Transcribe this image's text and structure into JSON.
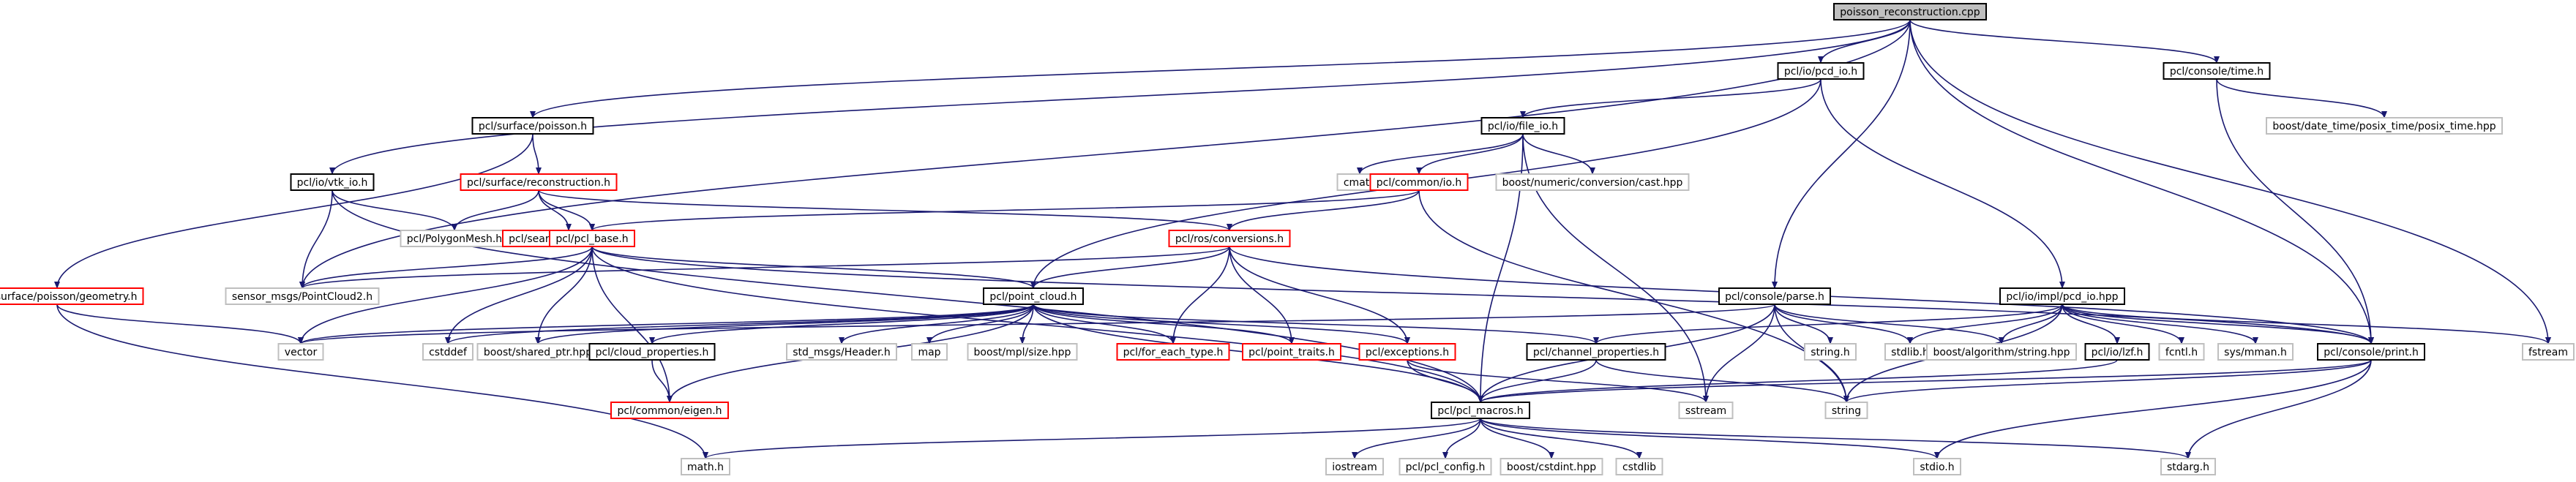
{
  "colors": {
    "background": "#ffffff",
    "text": "#000000",
    "node_border_default": "#000000",
    "node_border_incomplete": "#ff0000",
    "node_border_external": "#bfbfbf",
    "root_fill": "#bfbfbf",
    "edge": "#191970"
  },
  "nodes": [
    {
      "id": "poisson_reconstruction_cpp",
      "label": "poisson_reconstruction.cpp",
      "kind": "root"
    },
    {
      "id": "pcl_io_pcd_io_h",
      "label": "pcl/io/pcd_io.h",
      "kind": "normal"
    },
    {
      "id": "pcl_console_time_h",
      "label": "pcl/console/time.h",
      "kind": "normal"
    },
    {
      "id": "boost_date_time_posix_time_posix_time_hpp",
      "label": "boost/date_time/posix_time/posix_time.hpp",
      "kind": "external"
    },
    {
      "id": "pcl_surface_poisson_h",
      "label": "pcl/surface/poisson.h",
      "kind": "normal"
    },
    {
      "id": "pcl_io_file_io_h",
      "label": "pcl/io/file_io.h",
      "kind": "normal"
    },
    {
      "id": "pcl_io_vtk_io_h",
      "label": "pcl/io/vtk_io.h",
      "kind": "normal"
    },
    {
      "id": "pcl_surface_reconstruction_h",
      "label": "pcl/surface/reconstruction.h",
      "kind": "incomplete"
    },
    {
      "id": "cmath",
      "label": "cmath",
      "kind": "external"
    },
    {
      "id": "pcl_common_io_h",
      "label": "pcl/common/io.h",
      "kind": "incomplete"
    },
    {
      "id": "boost_numeric_conversion_cast_hpp",
      "label": "boost/numeric/conversion/cast.hpp",
      "kind": "external"
    },
    {
      "id": "pcl_PolygonMesh_h",
      "label": "pcl/PolygonMesh.h",
      "kind": "external"
    },
    {
      "id": "pcl_search_pcl_search_h",
      "label": "pcl/search/pcl_search.h",
      "kind": "incomplete"
    },
    {
      "id": "pcl_pcl_base_h",
      "label": "pcl/pcl_base.h",
      "kind": "incomplete"
    },
    {
      "id": "pcl_ros_conversions_h",
      "label": "pcl/ros/conversions.h",
      "kind": "incomplete"
    },
    {
      "id": "pcl_surface_poisson_geometry_h",
      "label": "pcl/surface/poisson/geometry.h",
      "kind": "incomplete"
    },
    {
      "id": "sensor_msgs_PointCloud2_h",
      "label": "sensor_msgs/PointCloud2.h",
      "kind": "external"
    },
    {
      "id": "pcl_point_cloud_h",
      "label": "pcl/point_cloud.h",
      "kind": "normal"
    },
    {
      "id": "pcl_console_parse_h",
      "label": "pcl/console/parse.h",
      "kind": "normal"
    },
    {
      "id": "pcl_io_impl_pcd_io_hpp",
      "label": "pcl/io/impl/pcd_io.hpp",
      "kind": "normal"
    },
    {
      "id": "vector",
      "label": "vector",
      "kind": "external"
    },
    {
      "id": "cstddef",
      "label": "cstddef",
      "kind": "external"
    },
    {
      "id": "boost_shared_ptr_hpp",
      "label": "boost/shared_ptr.hpp",
      "kind": "external"
    },
    {
      "id": "pcl_cloud_properties_h",
      "label": "pcl/cloud_properties.h",
      "kind": "normal"
    },
    {
      "id": "std_msgs_Header_h",
      "label": "std_msgs/Header.h",
      "kind": "external"
    },
    {
      "id": "map",
      "label": "map",
      "kind": "external"
    },
    {
      "id": "boost_mpl_size_hpp",
      "label": "boost/mpl/size.hpp",
      "kind": "external"
    },
    {
      "id": "pcl_for_each_type_h",
      "label": "pcl/for_each_type.h",
      "kind": "incomplete"
    },
    {
      "id": "pcl_point_traits_h",
      "label": "pcl/point_traits.h",
      "kind": "incomplete"
    },
    {
      "id": "pcl_exceptions_h",
      "label": "pcl/exceptions.h",
      "kind": "incomplete"
    },
    {
      "id": "pcl_channel_properties_h",
      "label": "pcl/channel_properties.h",
      "kind": "normal"
    },
    {
      "id": "string_h",
      "label": "string.h",
      "kind": "external"
    },
    {
      "id": "stdlib_h",
      "label": "stdlib.h",
      "kind": "external"
    },
    {
      "id": "boost_algorithm_string_hpp",
      "label": "boost/algorithm/string.hpp",
      "kind": "external"
    },
    {
      "id": "pcl_io_lzf_h",
      "label": "pcl/io/lzf.h",
      "kind": "normal"
    },
    {
      "id": "fcntl_h",
      "label": "fcntl.h",
      "kind": "external"
    },
    {
      "id": "sys_mman_h",
      "label": "sys/mman.h",
      "kind": "external"
    },
    {
      "id": "pcl_console_print_h",
      "label": "pcl/console/print.h",
      "kind": "normal"
    },
    {
      "id": "fstream",
      "label": "fstream",
      "kind": "external"
    },
    {
      "id": "pcl_common_eigen_h",
      "label": "pcl/common/eigen.h",
      "kind": "incomplete"
    },
    {
      "id": "pcl_pcl_macros_h",
      "label": "pcl/pcl_macros.h",
      "kind": "normal"
    },
    {
      "id": "sstream",
      "label": "sstream",
      "kind": "external"
    },
    {
      "id": "string",
      "label": "string",
      "kind": "external"
    },
    {
      "id": "math_h",
      "label": "math.h",
      "kind": "external"
    },
    {
      "id": "iostream",
      "label": "iostream",
      "kind": "external"
    },
    {
      "id": "pcl_pcl_config_h",
      "label": "pcl/pcl_config.h",
      "kind": "external"
    },
    {
      "id": "boost_cstdint_hpp",
      "label": "boost/cstdint.hpp",
      "kind": "external"
    },
    {
      "id": "cstdlib",
      "label": "cstdlib",
      "kind": "external"
    },
    {
      "id": "stdio_h",
      "label": "stdio.h",
      "kind": "external"
    },
    {
      "id": "stdarg_h",
      "label": "stdarg.h",
      "kind": "external"
    }
  ],
  "edges": [
    [
      "poisson_reconstruction_cpp",
      "pcl_io_pcd_io_h"
    ],
    [
      "poisson_reconstruction_cpp",
      "pcl_console_time_h"
    ],
    [
      "poisson_reconstruction_cpp",
      "pcl_surface_poisson_h"
    ],
    [
      "poisson_reconstruction_cpp",
      "pcl_io_vtk_io_h"
    ],
    [
      "poisson_reconstruction_cpp",
      "sensor_msgs_PointCloud2_h"
    ],
    [
      "poisson_reconstruction_cpp",
      "pcl_console_parse_h"
    ],
    [
      "poisson_reconstruction_cpp",
      "pcl_console_print_h"
    ],
    [
      "poisson_reconstruction_cpp",
      "fstream"
    ],
    [
      "pcl_console_time_h",
      "boost_date_time_posix_time_posix_time_hpp"
    ],
    [
      "pcl_console_time_h",
      "pcl_console_print_h"
    ],
    [
      "pcl_io_pcd_io_h",
      "pcl_io_file_io_h"
    ],
    [
      "pcl_io_pcd_io_h",
      "pcl_point_cloud_h"
    ],
    [
      "pcl_io_pcd_io_h",
      "pcl_io_impl_pcd_io_hpp"
    ],
    [
      "pcl_io_file_io_h",
      "cmath"
    ],
    [
      "pcl_io_file_io_h",
      "pcl_common_io_h"
    ],
    [
      "pcl_io_file_io_h",
      "boost_numeric_conversion_cast_hpp"
    ],
    [
      "pcl_io_file_io_h",
      "pcl_pcl_macros_h"
    ],
    [
      "pcl_io_file_io_h",
      "sstream"
    ],
    [
      "pcl_surface_poisson_h",
      "pcl_surface_reconstruction_h"
    ],
    [
      "pcl_surface_poisson_h",
      "pcl_surface_poisson_geometry_h"
    ],
    [
      "pcl_io_vtk_io_h",
      "pcl_PolygonMesh_h"
    ],
    [
      "pcl_io_vtk_io_h",
      "sensor_msgs_PointCloud2_h"
    ],
    [
      "pcl_io_vtk_io_h",
      "pcl_pcl_macros_h"
    ],
    [
      "pcl_surface_reconstruction_h",
      "pcl_PolygonMesh_h"
    ],
    [
      "pcl_surface_reconstruction_h",
      "pcl_search_pcl_search_h"
    ],
    [
      "pcl_surface_reconstruction_h",
      "pcl_pcl_base_h"
    ],
    [
      "pcl_surface_reconstruction_h",
      "pcl_ros_conversions_h"
    ],
    [
      "pcl_common_io_h",
      "pcl_pcl_base_h"
    ],
    [
      "pcl_common_io_h",
      "pcl_ros_conversions_h"
    ],
    [
      "pcl_common_io_h",
      "string"
    ],
    [
      "pcl_pcl_base_h",
      "sensor_msgs_PointCloud2_h"
    ],
    [
      "pcl_pcl_base_h",
      "pcl_point_cloud_h"
    ],
    [
      "pcl_pcl_base_h",
      "vector"
    ],
    [
      "pcl_pcl_base_h",
      "cstddef"
    ],
    [
      "pcl_pcl_base_h",
      "boost_shared_ptr_hpp"
    ],
    [
      "pcl_pcl_base_h",
      "pcl_common_eigen_h"
    ],
    [
      "pcl_pcl_base_h",
      "pcl_pcl_macros_h"
    ],
    [
      "pcl_pcl_base_h",
      "pcl_console_print_h"
    ],
    [
      "pcl_ros_conversions_h",
      "sensor_msgs_PointCloud2_h"
    ],
    [
      "pcl_ros_conversions_h",
      "pcl_point_cloud_h"
    ],
    [
      "pcl_ros_conversions_h",
      "pcl_for_each_type_h"
    ],
    [
      "pcl_ros_conversions_h",
      "pcl_point_traits_h"
    ],
    [
      "pcl_ros_conversions_h",
      "pcl_exceptions_h"
    ],
    [
      "pcl_ros_conversions_h",
      "pcl_console_print_h"
    ],
    [
      "pcl_surface_poisson_geometry_h",
      "vector"
    ],
    [
      "pcl_surface_poisson_geometry_h",
      "math_h"
    ],
    [
      "pcl_point_cloud_h",
      "vector"
    ],
    [
      "pcl_point_cloud_h",
      "cstddef"
    ],
    [
      "pcl_point_cloud_h",
      "boost_shared_ptr_hpp"
    ],
    [
      "pcl_point_cloud_h",
      "pcl_cloud_properties_h"
    ],
    [
      "pcl_point_cloud_h",
      "std_msgs_Header_h"
    ],
    [
      "pcl_point_cloud_h",
      "map"
    ],
    [
      "pcl_point_cloud_h",
      "boost_mpl_size_hpp"
    ],
    [
      "pcl_point_cloud_h",
      "pcl_for_each_type_h"
    ],
    [
      "pcl_point_cloud_h",
      "pcl_point_traits_h"
    ],
    [
      "pcl_point_cloud_h",
      "pcl_exceptions_h"
    ],
    [
      "pcl_point_cloud_h",
      "pcl_channel_properties_h"
    ],
    [
      "pcl_point_cloud_h",
      "pcl_common_eigen_h"
    ],
    [
      "pcl_point_cloud_h",
      "pcl_pcl_macros_h"
    ],
    [
      "pcl_console_parse_h",
      "vector"
    ],
    [
      "pcl_console_parse_h",
      "sstream"
    ],
    [
      "pcl_console_parse_h",
      "string_h"
    ],
    [
      "pcl_console_parse_h",
      "stdlib_h"
    ],
    [
      "pcl_console_parse_h",
      "boost_algorithm_string_hpp"
    ],
    [
      "pcl_console_parse_h",
      "string"
    ],
    [
      "pcl_console_parse_h",
      "pcl_pcl_macros_h"
    ],
    [
      "pcl_io_impl_pcd_io_hpp",
      "pcl_channel_properties_h"
    ],
    [
      "pcl_io_impl_pcd_io_hpp",
      "boost_algorithm_string_hpp"
    ],
    [
      "pcl_io_impl_pcd_io_hpp",
      "stdlib_h"
    ],
    [
      "pcl_io_impl_pcd_io_hpp",
      "pcl_io_lzf_h"
    ],
    [
      "pcl_io_impl_pcd_io_hpp",
      "fcntl_h"
    ],
    [
      "pcl_io_impl_pcd_io_hpp",
      "sys_mman_h"
    ],
    [
      "pcl_io_impl_pcd_io_hpp",
      "pcl_console_print_h"
    ],
    [
      "pcl_io_impl_pcd_io_hpp",
      "fstream"
    ],
    [
      "pcl_io_impl_pcd_io_hpp",
      "string"
    ],
    [
      "pcl_cloud_properties_h",
      "pcl_common_eigen_h"
    ],
    [
      "pcl_exceptions_h",
      "pcl_pcl_macros_h"
    ],
    [
      "pcl_exceptions_h",
      "sstream"
    ],
    [
      "pcl_channel_properties_h",
      "pcl_pcl_macros_h"
    ],
    [
      "pcl_channel_properties_h",
      "string"
    ],
    [
      "pcl_io_lzf_h",
      "pcl_pcl_macros_h"
    ],
    [
      "pcl_console_print_h",
      "pcl_pcl_macros_h"
    ],
    [
      "pcl_console_print_h",
      "string"
    ],
    [
      "pcl_console_print_h",
      "stdio_h"
    ],
    [
      "pcl_console_print_h",
      "stdarg_h"
    ],
    [
      "pcl_pcl_macros_h",
      "math_h"
    ],
    [
      "pcl_pcl_macros_h",
      "iostream"
    ],
    [
      "pcl_pcl_macros_h",
      "pcl_pcl_config_h"
    ],
    [
      "pcl_pcl_macros_h",
      "boost_cstdint_hpp"
    ],
    [
      "pcl_pcl_macros_h",
      "cstdlib"
    ],
    [
      "pcl_pcl_macros_h",
      "stdio_h"
    ],
    [
      "pcl_pcl_macros_h",
      "stdarg_h"
    ]
  ]
}
